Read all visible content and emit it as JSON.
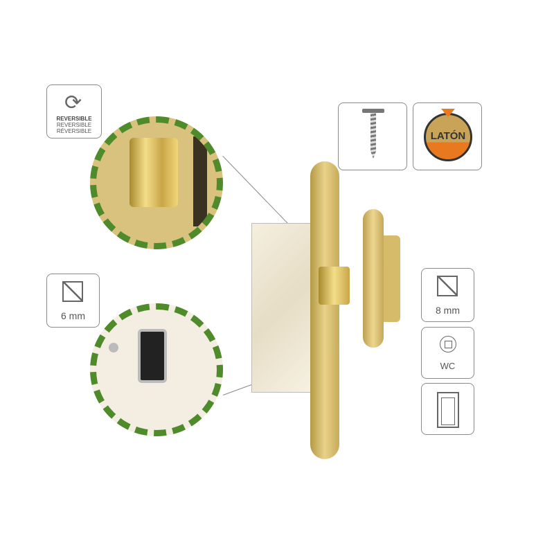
{
  "icons": {
    "reversible": {
      "lines": [
        "REVERSIBLE",
        "REVERSIBLE",
        "RÉVERSIBLE"
      ]
    },
    "backset_left": {
      "label": "6 mm"
    },
    "backset_right": {
      "label": "8 mm"
    },
    "wc": {
      "label": "WC"
    },
    "material": {
      "label": "LATÓN"
    }
  },
  "colors": {
    "green": "#4f8a2b",
    "brass": "#d4b25a",
    "orange": "#e8791e"
  }
}
